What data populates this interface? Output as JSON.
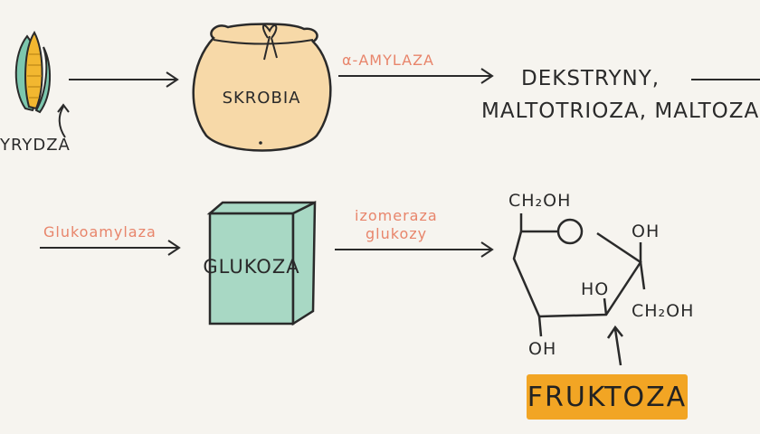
{
  "diagram": {
    "source_label": "YRYDZA",
    "sack_label": "SKROBIA",
    "enzyme1": "α-AMYLAZA",
    "products_line1": "DEKSTRYNY,",
    "products_line2": "MALTOTRIOZA, MALTOZA",
    "enzyme2": "Glukoamylaza",
    "box_label": "GLUKOZA",
    "enzyme3_line1": "izomeraza",
    "enzyme3_line2": "glukozy",
    "molecule": {
      "top_group": "CH₂OH",
      "right_top": "OH",
      "inner": "HO",
      "right_bottom": "CH₂OH",
      "bottom_left": "OH"
    },
    "product_label": "FRUKTOZA",
    "colors": {
      "ink": "#2a2a2a",
      "enzyme": "#e8856b",
      "sack": "#f7d9a8",
      "box": "#a8d8c4",
      "highlight": "#f2a524",
      "corn_leaf": "#7cc7ae",
      "corn_kernel": "#f2b730"
    }
  }
}
